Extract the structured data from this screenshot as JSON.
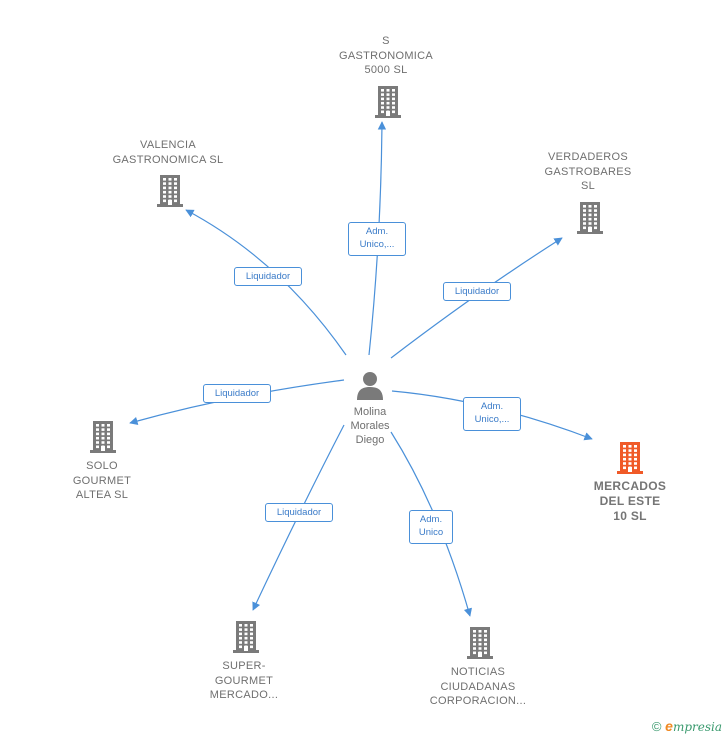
{
  "center": {
    "label": "Molina\nMorales\nDiego"
  },
  "companies": [
    {
      "id": "s-gastronomica",
      "label": "S\nGASTRONOMICA\n5000  SL",
      "highlight": false
    },
    {
      "id": "valencia-gastronomica",
      "label": "VALENCIA\nGASTRONOMICA SL",
      "highlight": false
    },
    {
      "id": "verdaderos-gastrobares",
      "label": "VERDADEROS\nGASTROBARES\nSL",
      "highlight": false
    },
    {
      "id": "solo-gourmet",
      "label": "SOLO\nGOURMET\nALTEA  SL",
      "highlight": false
    },
    {
      "id": "mercados-del-este",
      "label": "MERCADOS\nDEL ESTE\n10  SL",
      "highlight": true
    },
    {
      "id": "super-gourmet",
      "label": "SUPER-\nGOURMET\nMERCADO...",
      "highlight": false
    },
    {
      "id": "noticias-ciudadanas",
      "label": "NOTICIAS\nCIUDADANAS\nCORPORACION...",
      "highlight": false
    }
  ],
  "edges": [
    {
      "to": "s-gastronomica",
      "label": "Adm.\nUnico,..."
    },
    {
      "to": "valencia-gastronomica",
      "label": "Liquidador"
    },
    {
      "to": "verdaderos-gastrobares",
      "label": "Liquidador"
    },
    {
      "to": "solo-gourmet",
      "label": "Liquidador"
    },
    {
      "to": "mercados-del-este",
      "label": "Adm.\nUnico,..."
    },
    {
      "to": "super-gourmet",
      "label": "Liquidador"
    },
    {
      "to": "noticias-ciudadanas",
      "label": "Adm.\nUnico"
    }
  ],
  "colors": {
    "edge": "#4a90d9",
    "building": "#7a7a7a",
    "building_highlight": "#f05a28",
    "person": "#7a7a7a"
  },
  "footer": {
    "copyright": "©",
    "brand_initial": "e",
    "brand_rest": "mpresia"
  }
}
